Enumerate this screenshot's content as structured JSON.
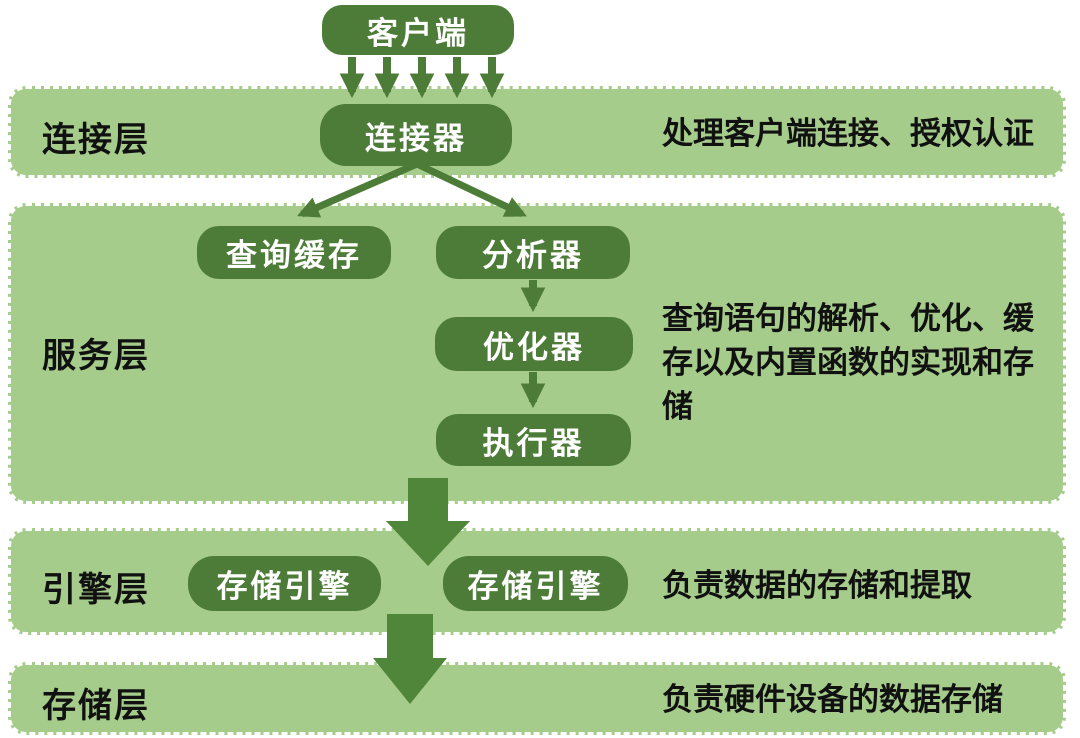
{
  "diagram": {
    "client": {
      "label": "客户端"
    },
    "layers": [
      {
        "name": "连接层",
        "desc": "处理客户端连接、授权认证"
      },
      {
        "name": "服务层",
        "desc": "查询语句的解析、优化、缓存以及内置函数的实现和存储"
      },
      {
        "name": "引擎层",
        "desc": "负责数据的存储和提取"
      },
      {
        "name": "存储层",
        "desc": "负责硬件设备的数据存储"
      }
    ],
    "nodes": {
      "connector": "连接器",
      "query_cache": "查询缓存",
      "analyzer": "分析器",
      "optimizer": "优化器",
      "executor": "执行器",
      "engine_1": "存储引擎",
      "engine_2": "存储引擎"
    },
    "colors": {
      "band_green": "#a5cc8b",
      "box_green": "#4d7c38",
      "big_arrow_green": "#4f8639",
      "box_text": "#ffffff",
      "label_text": "#111111",
      "background": "#ffffff"
    }
  }
}
